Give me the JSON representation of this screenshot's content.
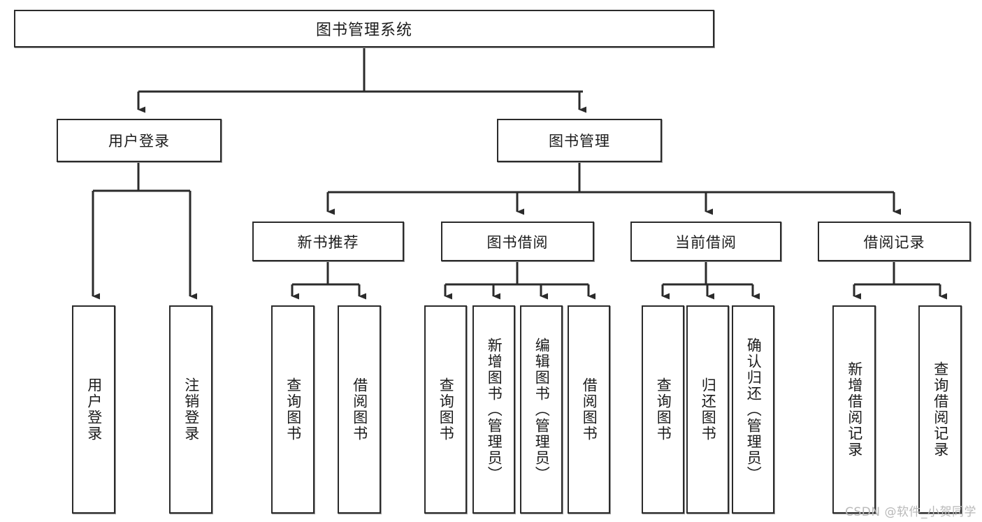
{
  "diagram": {
    "title": "图书管理系统",
    "type": "tree-hierarchy",
    "watermark": "CSDN @软件_小贺同学",
    "colors": {
      "background": "#ffffff",
      "box_border": "#2b2b2b",
      "box_fill": "#ffffff",
      "connector": "#2b2b2b",
      "text": "#1b1b1b",
      "watermark": "#b9b9b9"
    },
    "nodes": {
      "root": {
        "label": "图书管理系统"
      },
      "level2": [
        {
          "id": "user-login",
          "label": "用户登录"
        },
        {
          "id": "book-manage",
          "label": "图书管理"
        }
      ],
      "level3": [
        {
          "id": "new-book-rec",
          "label": "新书推荐"
        },
        {
          "id": "book-borrow",
          "label": "图书借阅"
        },
        {
          "id": "current-borrow",
          "label": "当前借阅"
        },
        {
          "id": "borrow-record",
          "label": "借阅记录"
        }
      ],
      "leaves": {
        "user-login": [
          {
            "id": "leaf-user-login",
            "label": "用户登录"
          },
          {
            "id": "leaf-user-logout",
            "label": "注销登录"
          }
        ],
        "new-book-rec": [
          {
            "id": "leaf-query-book-1",
            "label": "查询图书"
          },
          {
            "id": "leaf-borrow-book-1",
            "label": "借阅图书"
          }
        ],
        "book-borrow": [
          {
            "id": "leaf-query-book-2",
            "label": "查询图书"
          },
          {
            "id": "leaf-add-book",
            "label": "新增图书（管理员）"
          },
          {
            "id": "leaf-edit-book",
            "label": "编辑图书（管理员）"
          },
          {
            "id": "leaf-borrow-book-2",
            "label": "借阅图书"
          }
        ],
        "current-borrow": [
          {
            "id": "leaf-query-book-3",
            "label": "查询图书"
          },
          {
            "id": "leaf-return-book",
            "label": "归还图书"
          },
          {
            "id": "leaf-confirm-return",
            "label": "确认归还（管理员）"
          }
        ],
        "borrow-record": [
          {
            "id": "leaf-add-record",
            "label": "新增借阅记录"
          },
          {
            "id": "leaf-query-record",
            "label": "查询借阅记录"
          }
        ]
      }
    }
  }
}
